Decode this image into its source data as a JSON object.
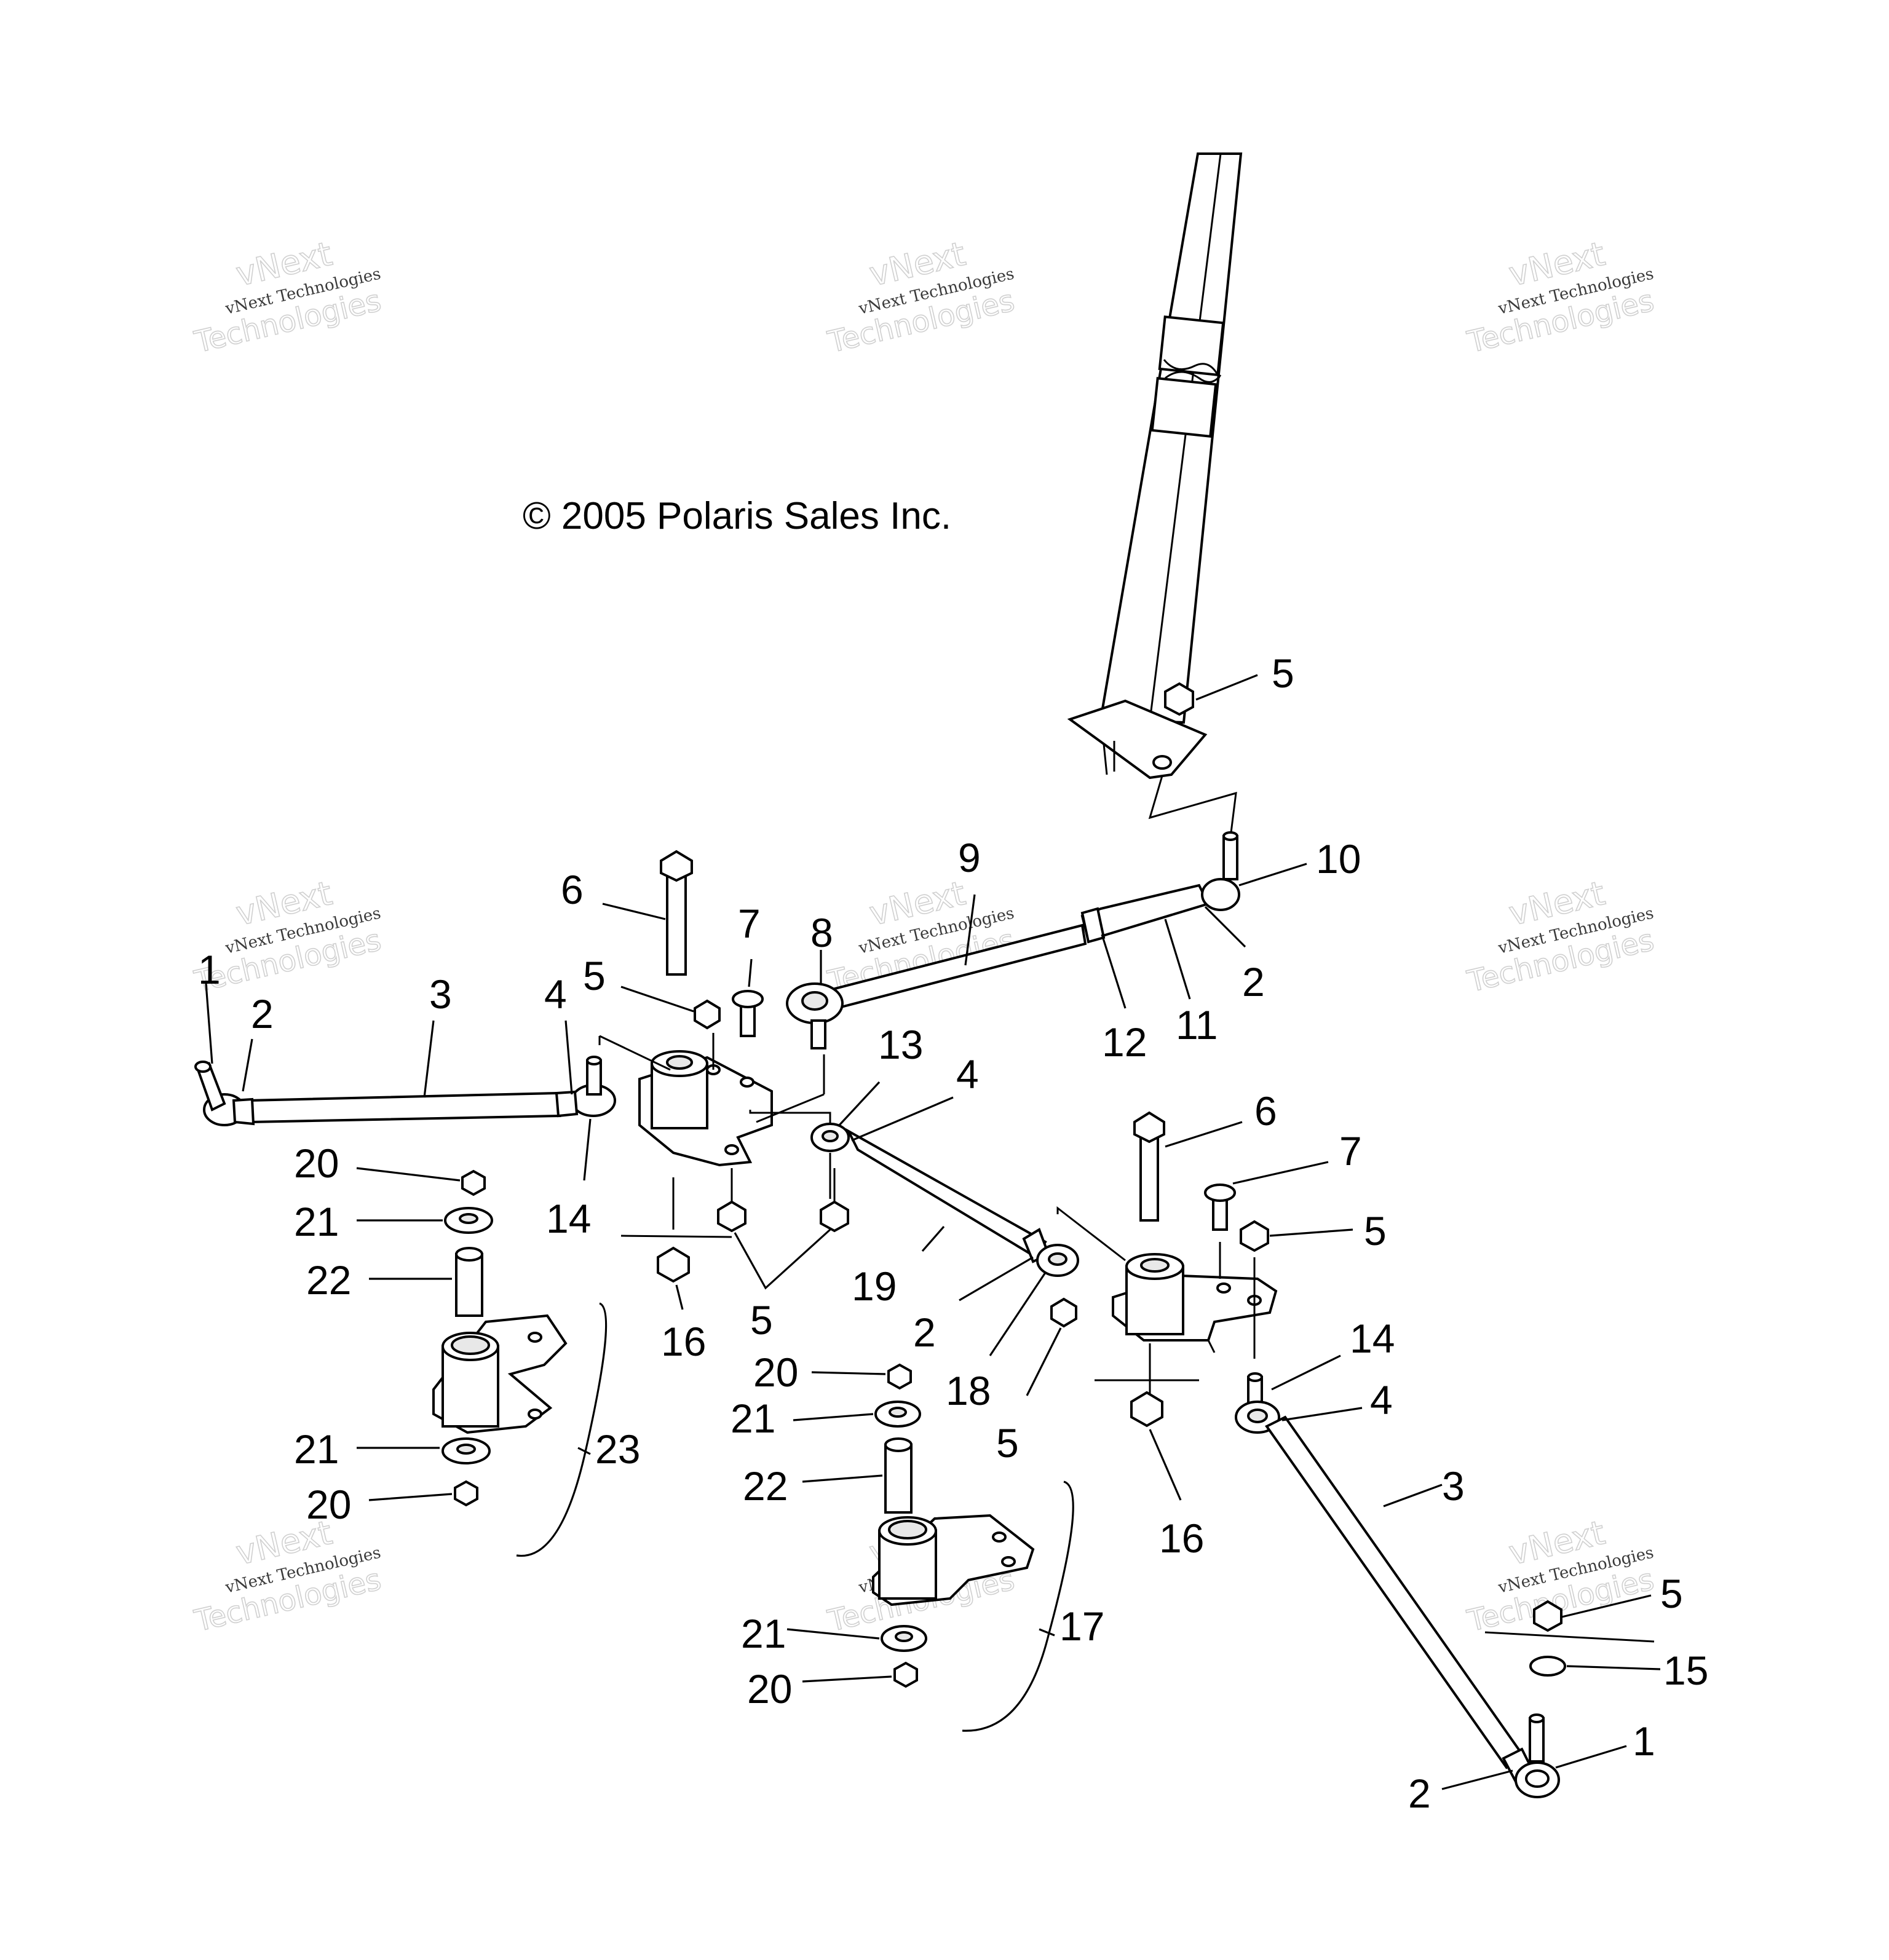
{
  "copyright": "© 2005 Polaris Sales Inc.",
  "watermark": {
    "line1": "vNext Technologies",
    "line2": "vNext",
    "line3": "Technologies"
  },
  "callouts": {
    "c5_column": "5",
    "c9": "9",
    "c10": "10",
    "c2_right_top": "2",
    "c11": "11",
    "c12": "12",
    "c6_left": "6",
    "c7_left": "7",
    "c8": "8",
    "c1_left": "1",
    "c2_left": "2",
    "c3_left": "3",
    "c4_left": "4",
    "c5_left": "5",
    "c13": "13",
    "c4_mid": "4",
    "c14_left": "14",
    "c20_a": "20",
    "c21_a": "21",
    "c22_a": "22",
    "c5_bottom_left": "5",
    "c16_left": "16",
    "c19": "19",
    "c6_right": "6",
    "c7_right": "7",
    "c5_right": "5",
    "c2_mid": "2",
    "c18": "18",
    "c20_b": "20",
    "c21_b": "21",
    "c5_mid": "5",
    "c14_right": "14",
    "c4_right": "4",
    "c23": "23",
    "c21_c": "21",
    "c20_c": "20",
    "c22_b": "22",
    "c16_right": "16",
    "c3_right": "3",
    "c17": "17",
    "c21_d": "21",
    "c20_d": "20",
    "c5_far_right": "5",
    "c15": "15",
    "c1_right": "1",
    "c2_far_right": "2"
  }
}
